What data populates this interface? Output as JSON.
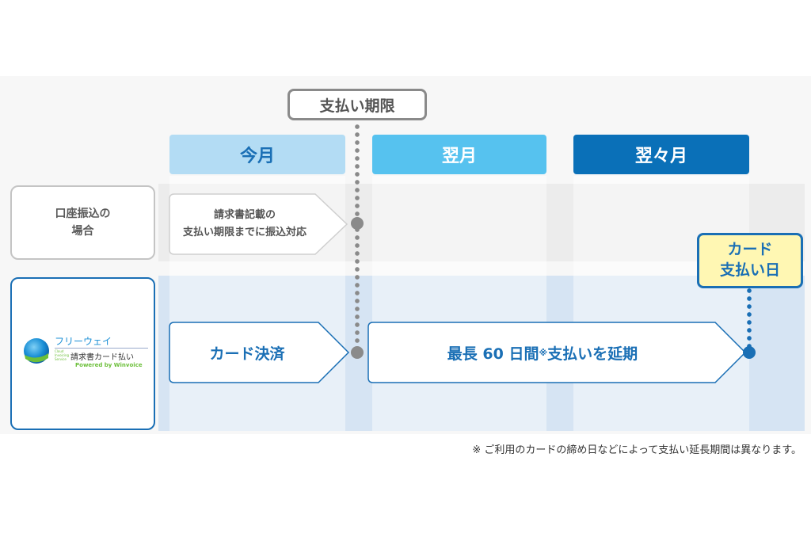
{
  "colors": {
    "month_this": "#b3dcf4",
    "month_next": "#56c2ef",
    "month_after": "#0a70b8",
    "accent_blue": "#1a6fb5",
    "highlight_yellow": "#fff7b3",
    "gray_line": "#8a8a8a"
  },
  "deadline_label": "支払い期限",
  "months": {
    "this_month": "今月",
    "next_month": "翌月",
    "month_after_next": "翌々月"
  },
  "rows": {
    "bank_transfer": {
      "label_line1": "口座振込の",
      "label_line2": "場合",
      "note_line1": "請求書記載の",
      "note_line2": "支払い期限までに振込対応"
    },
    "card_payment": {
      "logo": {
        "brand_name": "フリーウェイ",
        "service_name": "請求書カード払い",
        "powered_by": "Powered by Winvoice",
        "tagline_line1": "Cloud",
        "tagline_line2": "Invoicing",
        "tagline_line3": "Service"
      },
      "settle_label": "カード決済",
      "defer_label": "最長 60 日間",
      "defer_mark": "※",
      "defer_suffix": "支払いを延期",
      "pay_day_line1": "カード",
      "pay_day_line2": "支払い日"
    }
  },
  "footnote": "※ ご利用のカードの締め日などによって支払い延長期間は異なります。"
}
